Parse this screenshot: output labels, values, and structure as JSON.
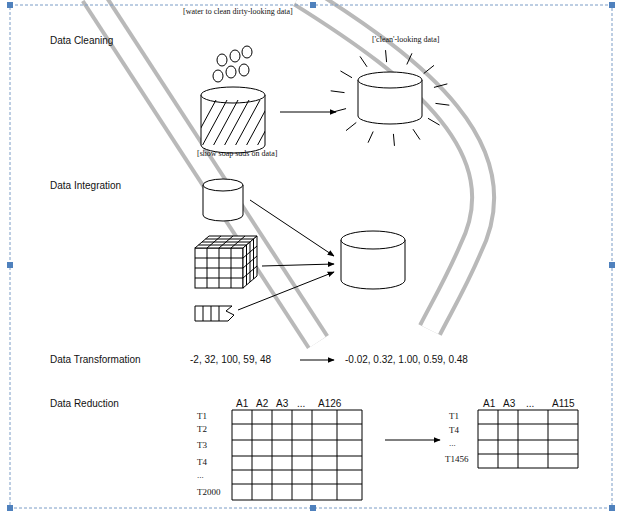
{
  "diagram": {
    "labels": [
      "Data Cleaning",
      "[water to clean dirty-looking data]",
      "['clean'-looking data]",
      "[show soap suds on data]",
      "Data Integration",
      "Data Transformation",
      "-2, 32, 100, 59, 48",
      "-0.02, 0.32, 1.00, 0.59, 0.48",
      "Data Reduction",
      "A1",
      "A2",
      "A3",
      "...",
      "A126",
      "T1",
      "T2",
      "T3",
      "T4",
      "...",
      "T2000",
      "A1",
      "A3",
      "...",
      "A115",
      "T1",
      "T4",
      "...",
      "T1456"
    ]
  }
}
